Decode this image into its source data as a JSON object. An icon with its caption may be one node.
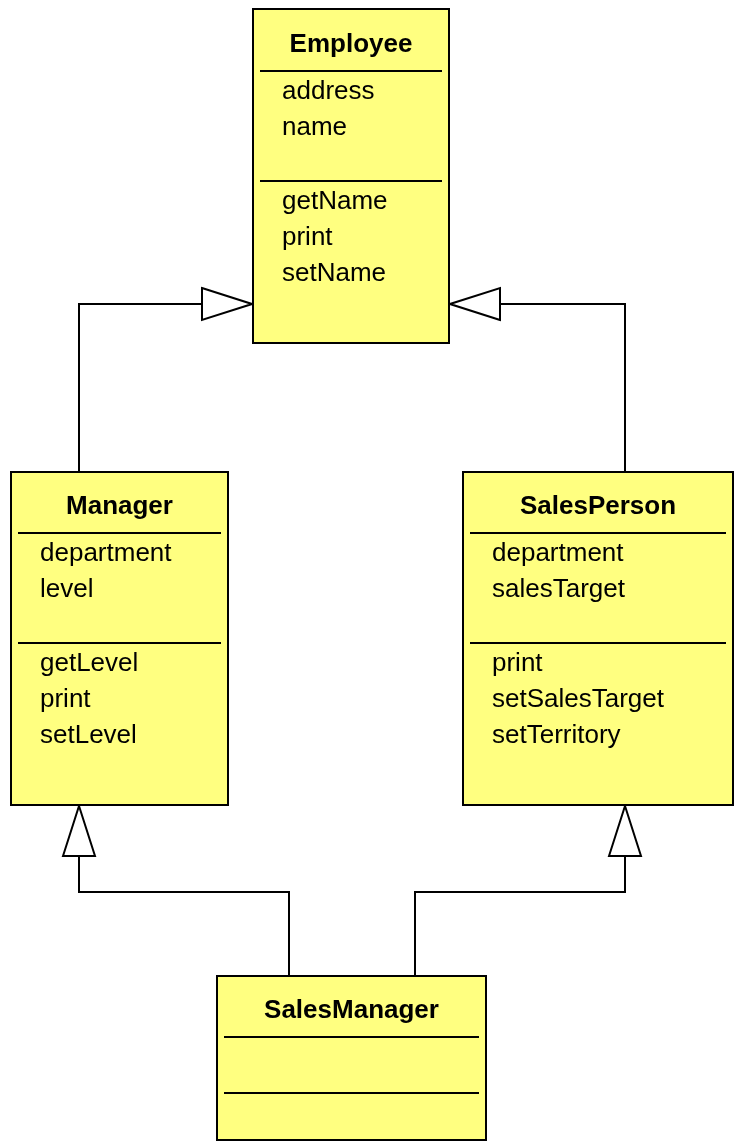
{
  "diagram": {
    "nodes": [
      {
        "text": [
          "Employee"
        ]
      },
      {
        "text": [
          "address",
          "name"
        ],
        "in": 0
      },
      {
        "text": [
          "getName",
          "print",
          "setName"
        ],
        "in": 0
      },
      {
        "text": [
          "Manager"
        ]
      },
      {
        "text": [
          "department",
          "level"
        ],
        "in": 3
      },
      {
        "text": [
          "getLevel",
          "print",
          "setLevel"
        ],
        "in": 3
      },
      {
        "text": [
          "SalesPerson"
        ]
      },
      {
        "text": [
          "department",
          "salesTarget"
        ],
        "in": 6
      },
      {
        "text": [
          "print",
          "setSalesTarget",
          "setTerritory"
        ],
        "in": 6
      },
      {
        "text": [
          "SalesManager"
        ]
      },
      {
        "text": [],
        "shape": "box",
        "in": 9
      },
      {
        "text": [],
        "shape": "box",
        "in": 9
      }
    ],
    "edges": [
      {
        "from": 3,
        "to": 0,
        "arrow": "to"
      },
      {
        "from": 6,
        "to": 0,
        "arrow": "to"
      },
      {
        "from": 9,
        "to": 3,
        "arrow": "to"
      },
      {
        "from": 9,
        "to": 6,
        "arrow": "to"
      }
    ]
  }
}
